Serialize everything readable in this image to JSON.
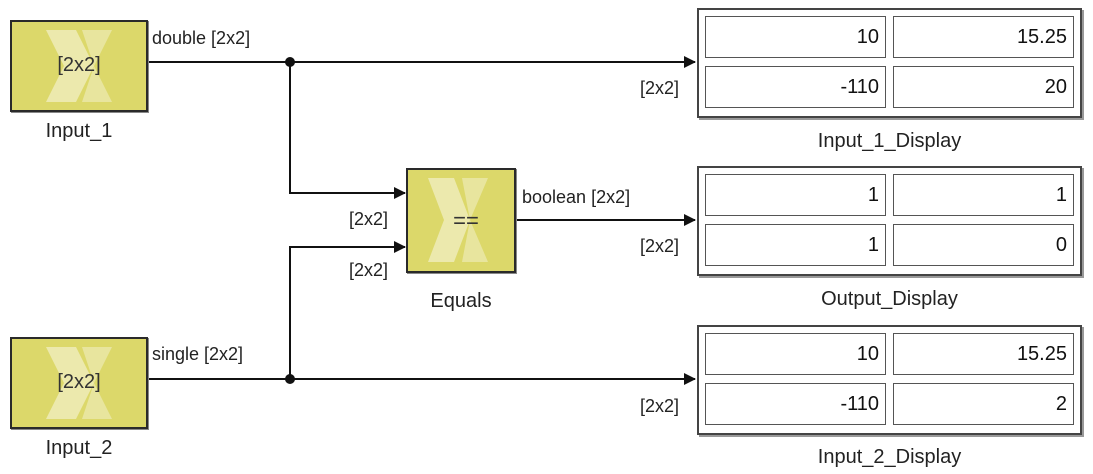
{
  "blocks": {
    "input_1": {
      "content": "[2x2]",
      "caption": "Input_1"
    },
    "input_2": {
      "content": "[2x2]",
      "caption": "Input_2"
    },
    "equals": {
      "content": "==",
      "caption": "Equals"
    }
  },
  "signals": {
    "input_1_out": "double [2x2]",
    "input_2_out": "single [2x2]",
    "equals_out": "boolean [2x2]",
    "port_dim": "[2x2]"
  },
  "displays": [
    {
      "caption": "Input_1_Display",
      "values": [
        [
          "10",
          "15.25"
        ],
        [
          "-110",
          "20"
        ]
      ]
    },
    {
      "caption": "Output_Display",
      "values": [
        [
          "1",
          "1"
        ],
        [
          "1",
          "0"
        ]
      ]
    },
    {
      "caption": "Input_2_Display",
      "values": [
        [
          "10",
          "15.25"
        ],
        [
          "-110",
          "2"
        ]
      ]
    }
  ],
  "colors": {
    "block_fill": "#dcd86a",
    "wire": "#111111"
  },
  "icons": {
    "source_block": "xilinx-logo-icon"
  }
}
